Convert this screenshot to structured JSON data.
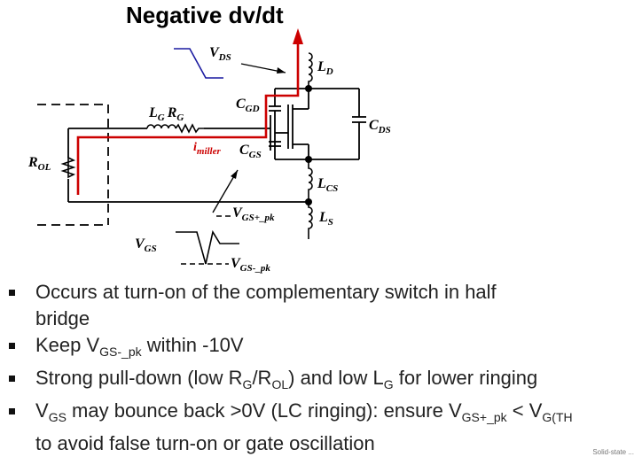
{
  "title": "Negative dv/dt",
  "labels": {
    "vds": {
      "main": "V",
      "sub": "DS"
    },
    "ld": {
      "main": "L",
      "sub": "D"
    },
    "cgd": {
      "main": "C",
      "sub": "GD"
    },
    "lg_rg": {
      "l": "L",
      "l_sub": "G",
      "r": "R",
      "r_sub": "G"
    },
    "cds": {
      "main": "C",
      "sub": "DS"
    },
    "imiller": {
      "main": "i",
      "sub": "miller"
    },
    "cgs": {
      "main": "C",
      "sub": "GS"
    },
    "rol": {
      "main": "R",
      "sub": "OL"
    },
    "lcs": {
      "main": "L",
      "sub": "CS"
    },
    "vgs_pos": {
      "main": "V",
      "sub": "GS+_pk"
    },
    "ls": {
      "main": "L",
      "sub": "S"
    },
    "vgs": {
      "main": "V",
      "sub": "GS"
    },
    "vgs_neg": {
      "main": "V",
      "sub": "GS-_pk"
    }
  },
  "bullets": [
    {
      "line1": "Occurs at turn-on of the complementary switch in half",
      "line2": "bridge"
    },
    {
      "a": "Keep V",
      "a_sub": "GS-_pk",
      "b": " within -10V"
    },
    {
      "a": "Strong pull-down (low R",
      "a_sub": "G",
      "b": "/R",
      "b_sub": "OL",
      "c": ") and low L",
      "c_sub": "G",
      "d": " for lower ringing"
    },
    {
      "a": "V",
      "a_sub": "GS",
      "b": " may bounce back >0V (LC ringing): ensure V",
      "b_sub": "GS+_pk",
      "c": " < V",
      "c_sub": "G(TH",
      "line2": "to avoid false turn-on or gate oscillation"
    }
  ],
  "footer_fragment": "Solid-state  ...",
  "colors": {
    "accent_red": "#cc0000",
    "wire": "#000000",
    "vds_wave": "#1a1aa0"
  }
}
